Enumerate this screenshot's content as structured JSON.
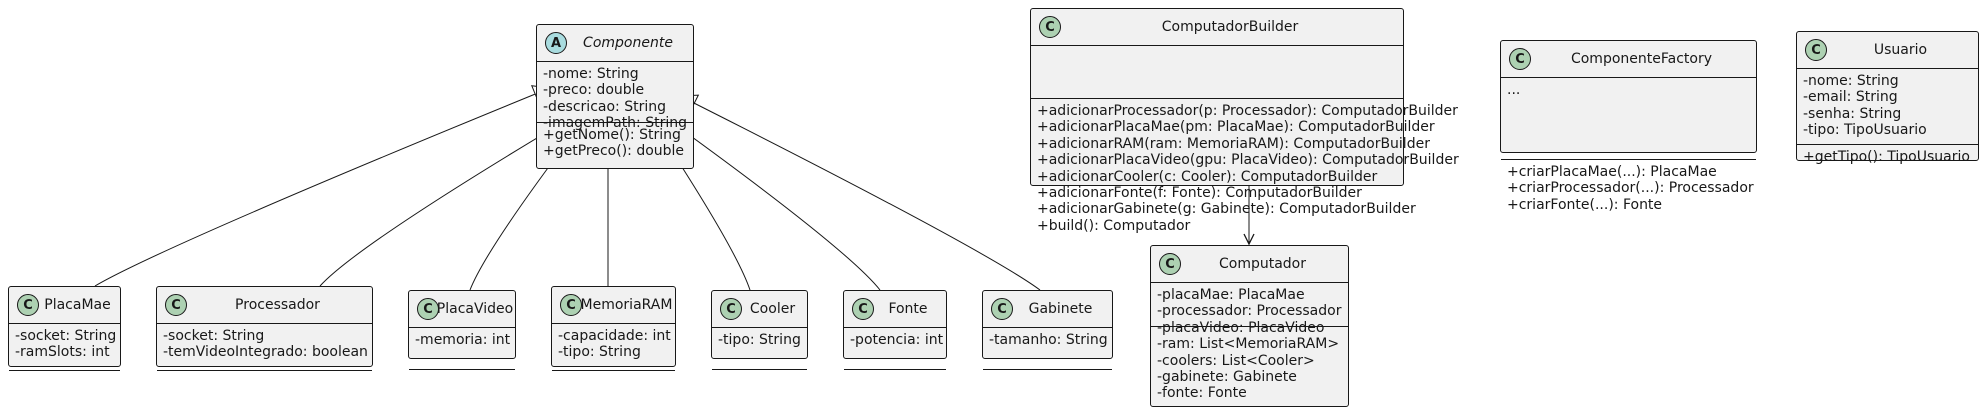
{
  "classes": [
    {
      "id": "componente",
      "name": "Componente",
      "kind": "abstract",
      "badge": "A",
      "fields": [
        "-nome: String",
        "-preco: double",
        "-descricao: String",
        "-imagemPath: String"
      ],
      "methods": [
        "+getNome(): String",
        "+getPreco(): double"
      ]
    },
    {
      "id": "computadorbuilder",
      "name": "ComputadorBuilder",
      "kind": "class",
      "badge": "C",
      "fields": [],
      "methods": [
        "+adicionarProcessador(p: Processador): ComputadorBuilder",
        "+adicionarPlacaMae(pm: PlacaMae): ComputadorBuilder",
        "+adicionarRAM(ram: MemoriaRAM): ComputadorBuilder",
        "+adicionarPlacaVideo(gpu: PlacaVideo): ComputadorBuilder",
        "+adicionarCooler(c: Cooler): ComputadorBuilder",
        "+adicionarFonte(f: Fonte): ComputadorBuilder",
        "+adicionarGabinete(g: Gabinete): ComputadorBuilder",
        "+build(): Computador"
      ]
    },
    {
      "id": "componentefactory",
      "name": "ComponenteFactory",
      "kind": "class",
      "badge": "C",
      "fields": [
        "..."
      ],
      "methods": [
        "+criarPlacaMae(...): PlacaMae",
        "+criarProcessador(...): Processador",
        "+criarFonte(...): Fonte"
      ]
    },
    {
      "id": "usuario",
      "name": "Usuario",
      "kind": "class",
      "badge": "C",
      "fields": [
        "-nome: String",
        "-email: String",
        "-senha: String",
        "-tipo: TipoUsuario"
      ],
      "methods": [
        "+getTipo(): TipoUsuario"
      ]
    },
    {
      "id": "placamae",
      "name": "PlacaMae",
      "kind": "class",
      "badge": "C",
      "fields": [
        "-socket: String",
        "-ramSlots: int"
      ],
      "methods": []
    },
    {
      "id": "processador",
      "name": "Processador",
      "kind": "class",
      "badge": "C",
      "fields": [
        "-socket: String",
        "-temVideoIntegrado: boolean"
      ],
      "methods": []
    },
    {
      "id": "placavideo",
      "name": "PlacaVideo",
      "kind": "class",
      "badge": "C",
      "fields": [
        "-memoria: int"
      ],
      "methods": []
    },
    {
      "id": "memoriaram",
      "name": "MemoriaRAM",
      "kind": "class",
      "badge": "C",
      "fields": [
        "-capacidade: int",
        "-tipo: String"
      ],
      "methods": []
    },
    {
      "id": "cooler",
      "name": "Cooler",
      "kind": "class",
      "badge": "C",
      "fields": [
        "-tipo: String"
      ],
      "methods": []
    },
    {
      "id": "fonte",
      "name": "Fonte",
      "kind": "class",
      "badge": "C",
      "fields": [
        "-potencia: int"
      ],
      "methods": []
    },
    {
      "id": "gabinete",
      "name": "Gabinete",
      "kind": "class",
      "badge": "C",
      "fields": [
        "-tamanho: String"
      ],
      "methods": []
    },
    {
      "id": "computador",
      "name": "Computador",
      "kind": "class",
      "badge": "C",
      "fields": [
        "-placaMae: PlacaMae",
        "-processador: Processador",
        "-placaVideo: PlacaVideo",
        "-ram: List<MemoriaRAM>",
        "-coolers: List<Cooler>",
        "-gabinete: Gabinete",
        "-fonte: Fonte"
      ],
      "methods": []
    }
  ],
  "relations": [
    {
      "type": "inheritance",
      "from": "placamae",
      "to": "componente"
    },
    {
      "type": "inheritance",
      "from": "processador",
      "to": "componente"
    },
    {
      "type": "inheritance",
      "from": "placavideo",
      "to": "componente"
    },
    {
      "type": "inheritance",
      "from": "memoriaram",
      "to": "componente"
    },
    {
      "type": "inheritance",
      "from": "cooler",
      "to": "componente"
    },
    {
      "type": "inheritance",
      "from": "fonte",
      "to": "componente"
    },
    {
      "type": "inheritance",
      "from": "gabinete",
      "to": "componente"
    },
    {
      "type": "association",
      "from": "computadorbuilder",
      "to": "computador"
    }
  ],
  "colors": {
    "class_fill": "#f1f1f1",
    "border": "#181818",
    "class_badge": "#add1b2",
    "abstract_badge": "#a9dcdf"
  }
}
